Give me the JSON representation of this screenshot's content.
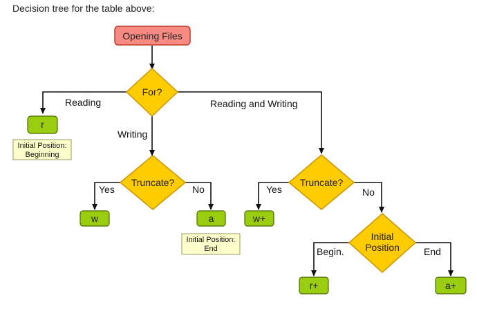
{
  "caption": "Decision tree for the table above:",
  "nodes": {
    "start": "Opening Files",
    "for": "For?",
    "r": "r",
    "truncate_left": "Truncate?",
    "w": "w",
    "a": "a",
    "truncate_right": "Truncate?",
    "w_plus": "w+",
    "initial_position_line1": "Initial",
    "initial_position_line2": "Position",
    "r_plus": "r+",
    "a_plus": "a+"
  },
  "notes": {
    "r_line1": "Initial Position:",
    "r_line2": "Beginning",
    "a_line1": "Initial Position:",
    "a_line2": "End"
  },
  "edges": {
    "reading": "Reading",
    "reading_and_writing": "Reading and Writing",
    "writing": "Writing",
    "yes_left": "Yes",
    "no_left": "No",
    "yes_right": "Yes",
    "no_right": "No",
    "begin": "Begin.",
    "end": "End"
  },
  "colors": {
    "start_fill": "#f88a84",
    "start_stroke": "#c0392b",
    "decision_fill": "#ffcc00",
    "decision_stroke": "#c99500",
    "leaf_fill": "#9acd10",
    "leaf_stroke": "#4a6a00",
    "note_fill": "#ffffcc",
    "note_stroke": "#999966"
  }
}
